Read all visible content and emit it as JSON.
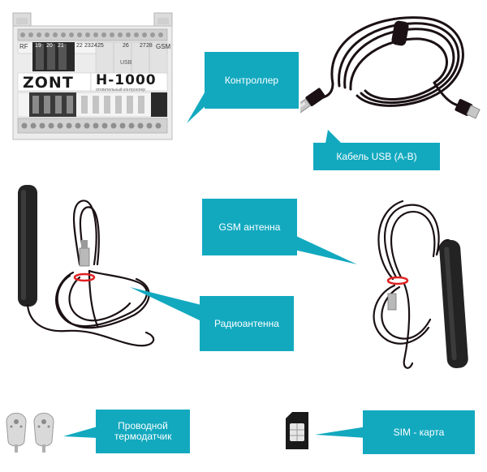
{
  "controller": {
    "brand": "ZONT",
    "model": "H-1000",
    "subtitle": "отопительный контроллер",
    "top_labels": [
      "RF",
      "19",
      "20",
      "21",
      "22",
      "23",
      "24",
      "25",
      "26",
      "27",
      "28",
      "GSM"
    ],
    "usb_label": "USB"
  },
  "labels": {
    "controller": "Контроллер",
    "usb_cable": "Кабель USB (A-B)",
    "gsm_antenna": "GSM антенна",
    "radio_antenna": "Радиоантенна",
    "thermo_sensor": "Проводной термодатчик",
    "sim_card": "SIM - карта"
  },
  "colors": {
    "callout": "#12a9bf",
    "cable": "#1b1114",
    "antenna_body": "#222222",
    "marker_ring": "#e02020",
    "device_panel": "#e9e9e9"
  }
}
